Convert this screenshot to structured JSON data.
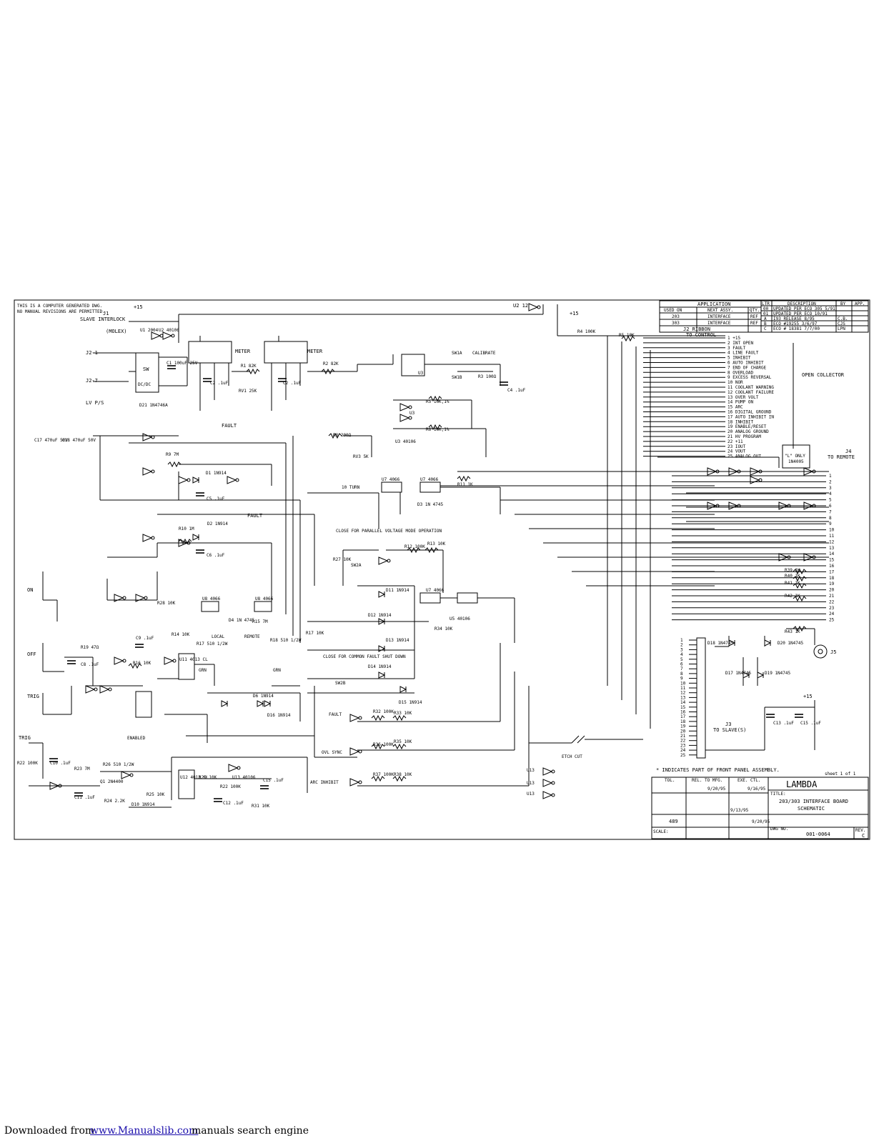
{
  "notice": [
    "THIS IS A COMPUTER GENERATED DWG.",
    "NO MANUAL REVISIONS ARE PERMITTED."
  ],
  "application_table": {
    "title": "APPLICATION",
    "headers": [
      "USED ON",
      "NEXT ASSY.",
      "QTY."
    ],
    "rows": [
      [
        "203",
        "INTERFACE",
        "REF"
      ],
      [
        "303",
        "INTERFACE",
        "REF"
      ]
    ]
  },
  "revision_table": {
    "headers": [
      "LTR",
      "DESCRIPTION",
      "BY",
      "APP."
    ],
    "rows": [
      [
        "00",
        "UPDATED PER ECO 305 5/91"
      ],
      [
        "01",
        "UPDATED PER ECO 10/91"
      ],
      [
        "A",
        "I93 RELEASE 8/95",
        "C.B."
      ],
      [
        "B",
        "ECO #19255 3/6/97",
        "CJS"
      ],
      [
        "C",
        "ECO # 18381 7/7/00",
        "LPN"
      ]
    ]
  },
  "j2": {
    "title": "J2 RIBBON",
    "subtitle": "TO CONTROL",
    "pins": [
      "1 +15",
      "2 INT OPEN",
      "3 FAULT",
      "4 LINE FAULT",
      "5 INHIBIT",
      "6 AUTO INHIBIT",
      "7 END OF CHARGE",
      "8 OVERLOAD",
      "9 EXCESS REVERSAL",
      "10 NOR",
      "11 COOLANT WARNING",
      "12 COOLANT FAILURE",
      "13 OVER VOLT",
      "14 PUMP ON",
      "15 ARC",
      "16 DIGITAL GROUND",
      "17 AUTO INHIBIT IN",
      "18 INHIBIT",
      "19 ENABLE/RESET",
      "20 ANALOG GROUND",
      "21 HV PROGRAM",
      "22 +11",
      "23 IOUT",
      "24 VOUT",
      "25 ANALOG OUT"
    ],
    "open_collector": "OPEN COLLECTOR"
  },
  "j4": {
    "title": "J4",
    "subtitle": "TO REMOTE",
    "pins": [
      "1",
      "2",
      "3",
      "4",
      "5",
      "6",
      "7",
      "8",
      "9",
      "10",
      "11",
      "12",
      "13",
      "14",
      "15",
      "16",
      "17",
      "18",
      "19",
      "20",
      "21",
      "22",
      "23",
      "24",
      "25"
    ]
  },
  "j3": {
    "title": "J3",
    "subtitle": "TO SLAVE(S)",
    "pins": [
      "1",
      "2",
      "3",
      "4",
      "5",
      "6",
      "7",
      "8",
      "9",
      "10",
      "11",
      "12",
      "13",
      "14",
      "15",
      "16",
      "17",
      "18",
      "19",
      "20",
      "21",
      "22",
      "23",
      "24",
      "25"
    ]
  },
  "j1": {
    "title": "J1",
    "subtitle": "SLAVE INTERLOCK",
    "note": "(MOLEX)"
  },
  "labels": [
    {
      "id": "plus15-top",
      "text": "+15"
    },
    {
      "id": "j2-1",
      "text": "J2-1"
    },
    {
      "id": "j2-7",
      "text": "J2-7"
    },
    {
      "id": "lvps",
      "text": "LV P/S"
    },
    {
      "id": "u1-top",
      "text": "U1 2004"
    },
    {
      "id": "u2-top",
      "text": "U2 40106"
    },
    {
      "id": "sw",
      "text": "SW"
    },
    {
      "id": "dcdc",
      "text": "DC/DC"
    },
    {
      "id": "c1",
      "text": "C1 100uF 25V"
    },
    {
      "id": "d21",
      "text": "D21 1N4746A"
    },
    {
      "id": "meter1",
      "text": "METER"
    },
    {
      "id": "meter2",
      "text": "METER"
    },
    {
      "id": "r1",
      "text": "R1 82K"
    },
    {
      "id": "rv1",
      "text": "RV1 25K"
    },
    {
      "id": "r2",
      "text": "R2 82K"
    },
    {
      "id": "c2a",
      "text": "C2 .1uF"
    },
    {
      "id": "c2b",
      "text": "C2 .1uF"
    },
    {
      "id": "u2-12",
      "text": "U2 12"
    },
    {
      "id": "plus15-r4",
      "text": "+15"
    },
    {
      "id": "r4",
      "text": "R4 100K"
    },
    {
      "id": "r5",
      "text": "R5 10K"
    },
    {
      "id": "calibrate",
      "text": "CALIBRATE"
    },
    {
      "id": "sw1a",
      "text": "SW1A"
    },
    {
      "id": "sw1b",
      "text": "SW1B"
    },
    {
      "id": "r3",
      "text": "R3 100Ω"
    },
    {
      "id": "c4",
      "text": "C4 .1uF"
    },
    {
      "id": "u3a",
      "text": "U3"
    },
    {
      "id": "u3b",
      "text": "U3"
    },
    {
      "id": "u3c",
      "text": "U3 40106"
    },
    {
      "id": "r5b",
      "text": "R5 10K,1%"
    },
    {
      "id": "r6",
      "text": "R6 10K,1%"
    },
    {
      "id": "c17",
      "text": "C17 470uF 50V"
    },
    {
      "id": "c18",
      "text": "C18 470uF 50V"
    },
    {
      "id": "fault1",
      "text": "FAULT"
    },
    {
      "id": "fault2",
      "text": "FAULT"
    },
    {
      "id": "r8",
      "text": "R8 200Ω"
    },
    {
      "id": "rv3",
      "text": "RV3 5K"
    },
    {
      "id": "turn",
      "text": "10 TURN"
    },
    {
      "id": "u7a",
      "text": "U7 4066"
    },
    {
      "id": "u7b",
      "text": "U7 4066"
    },
    {
      "id": "r11",
      "text": "R11 1K"
    },
    {
      "id": "d3",
      "text": "D3 1N 4745"
    },
    {
      "id": "r9",
      "text": "R9 7M"
    },
    {
      "id": "d1",
      "text": "D1 1N914"
    },
    {
      "id": "c5",
      "text": "C5 .1uF"
    },
    {
      "id": "r10",
      "text": "R10 1M"
    },
    {
      "id": "d2",
      "text": "D2 1N914"
    },
    {
      "id": "c6",
      "text": "C6 .1uF"
    },
    {
      "id": "close-parallel",
      "text": "CLOSE FOR PARALLEL VOLTAGE MODE OPERATION"
    },
    {
      "id": "r27",
      "text": "R27 10K"
    },
    {
      "id": "sw2a",
      "text": "SW2A"
    },
    {
      "id": "r12",
      "text": "R12 100K"
    },
    {
      "id": "r13",
      "text": "R13 10K"
    },
    {
      "id": "u7c",
      "text": "U7 4066"
    },
    {
      "id": "u5",
      "text": "U5 40106"
    },
    {
      "id": "d11",
      "text": "D11 1N914"
    },
    {
      "id": "d12",
      "text": "D12 1N914"
    },
    {
      "id": "d13",
      "text": "D13 1N914"
    },
    {
      "id": "d14",
      "text": "D14 1N914"
    },
    {
      "id": "d15",
      "text": "D15 1N914"
    },
    {
      "id": "r34",
      "text": "R34 10K"
    },
    {
      "id": "on",
      "text": "ON"
    },
    {
      "id": "off",
      "text": "OFF"
    },
    {
      "id": "trig",
      "text": "TRIG"
    },
    {
      "id": "trig2",
      "text": "TRIG"
    },
    {
      "id": "r19",
      "text": "R19 47Ω"
    },
    {
      "id": "c8",
      "text": "C8 .1uF"
    },
    {
      "id": "c9",
      "text": "C9 .1uF"
    },
    {
      "id": "r28",
      "text": "R28 10K"
    },
    {
      "id": "r14",
      "text": "R14 10K"
    },
    {
      "id": "r16",
      "text": "R16 10K"
    },
    {
      "id": "u11",
      "text": "U11 4013 CL"
    },
    {
      "id": "r17",
      "text": "R17 510 1/2W"
    },
    {
      "id": "r18",
      "text": "R18 510 1/2W"
    },
    {
      "id": "local",
      "text": "LOCAL"
    },
    {
      "id": "remote",
      "text": "REMOTE"
    },
    {
      "id": "d4",
      "text": "D4 1N 4745"
    },
    {
      "id": "r15",
      "text": "R15 7M"
    },
    {
      "id": "u8a",
      "text": "U8 4066"
    },
    {
      "id": "u8b",
      "text": "U8 4066"
    },
    {
      "id": "r17b",
      "text": "R17 10K"
    },
    {
      "id": "grn",
      "text": "GRN"
    },
    {
      "id": "grn2",
      "text": "GRN"
    },
    {
      "id": "d6",
      "text": "D6 1N914"
    },
    {
      "id": "d16",
      "text": "D16 1N914"
    },
    {
      "id": "close-common",
      "text": "CLOSE FOR COMMON FAULT SHUT DOWN"
    },
    {
      "id": "sw2b",
      "text": "SW2B"
    },
    {
      "id": "fault-u2",
      "text": "FAULT"
    },
    {
      "id": "ovl-sync",
      "text": "OVL SYNC"
    },
    {
      "id": "arc-inhibit",
      "text": "ARC INHIBIT"
    },
    {
      "id": "r32",
      "text": "R32 100K"
    },
    {
      "id": "r33",
      "text": "R33 10K"
    },
    {
      "id": "r35",
      "text": "R35 10K"
    },
    {
      "id": "r36",
      "text": "R36 100K"
    },
    {
      "id": "r37",
      "text": "R37 100K"
    },
    {
      "id": "r38",
      "text": "R38 10K"
    },
    {
      "id": "enabled",
      "text": "ENABLED"
    },
    {
      "id": "r22",
      "text": "R22 100K"
    },
    {
      "id": "c10",
      "text": "C10 .1uF"
    },
    {
      "id": "r23",
      "text": "R23 7M"
    },
    {
      "id": "q1",
      "text": "Q1 2N4400"
    },
    {
      "id": "r26",
      "text": "R26 510 1/2W"
    },
    {
      "id": "r24",
      "text": "R24 2.2K"
    },
    {
      "id": "d10",
      "text": "D10 1N914"
    },
    {
      "id": "r25",
      "text": "R25 10K"
    },
    {
      "id": "c11",
      "text": "C11 .1uF"
    },
    {
      "id": "u12",
      "text": "U12 4013 CL"
    },
    {
      "id": "r29",
      "text": "R29 10K"
    },
    {
      "id": "r22b",
      "text": "R22 100K"
    },
    {
      "id": "c12",
      "text": "C12 .1uF"
    },
    {
      "id": "u13",
      "text": "U13 40106"
    },
    {
      "id": "c15b",
      "text": "C15 .1uF"
    },
    {
      "id": "r31",
      "text": "R31 10K"
    },
    {
      "id": "etch-cut",
      "text": "ETCH CUT"
    },
    {
      "id": "d18",
      "text": "D18 1N4745"
    },
    {
      "id": "d20",
      "text": "D20 1N4745"
    },
    {
      "id": "d17",
      "text": "D17 1N4745"
    },
    {
      "id": "d19",
      "text": "D19 1N4745"
    },
    {
      "id": "r43",
      "text": "R43 1K"
    },
    {
      "id": "j5",
      "text": "J5"
    },
    {
      "id": "c13",
      "text": "C13 .1uF"
    },
    {
      "id": "c15",
      "text": "C15 .1uF"
    },
    {
      "id": "plus15-j3",
      "text": "+15"
    },
    {
      "id": "d16b",
      "text": "1N4005"
    },
    {
      "id": "l-only",
      "text": "\"L\" ONLY"
    },
    {
      "id": "r39",
      "text": "R39 1K"
    },
    {
      "id": "r40",
      "text": "R40 1K"
    },
    {
      "id": "r41",
      "text": "R41 1K"
    },
    {
      "id": "r42",
      "text": "R42 1K"
    },
    {
      "id": "u13-a",
      "text": "U13"
    },
    {
      "id": "u13-b",
      "text": "U13"
    },
    {
      "id": "u13-c",
      "text": "U13"
    },
    {
      "id": "front-note",
      "text": "* INDICATES PART OF FRONT PANEL ASSEMBLY."
    },
    {
      "id": "sheet-note",
      "text": "sheet 1 of 1"
    }
  ],
  "title_block": {
    "company": "LAMBDA",
    "title_label": "TITLE:",
    "title": "203/303 INTERFACE BOARD",
    "subtitle": "SCHEMATIC",
    "dwg_no_label": "DWG NO.",
    "dwg_no": "001-0064",
    "rev_label": "REV.",
    "rev": "C",
    "scale_label": "SCALE:",
    "tol_label": "TOL.",
    "rel_label": "REL. TO MFG.",
    "exe_label": "EXE. CTL.",
    "pj": "489",
    "dates": [
      "9/20/95",
      "9/16/95",
      "9/13/95",
      "9/20/95"
    ]
  },
  "footer": {
    "prefix": "Downloaded from ",
    "link": "www.Manualslib.com",
    "suffix": " manuals search engine"
  }
}
